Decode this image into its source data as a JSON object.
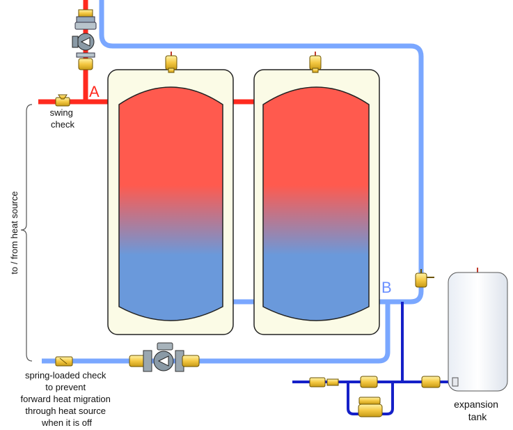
{
  "labels": {
    "point_a": "A",
    "point_b": "B",
    "swing_check": [
      "swing",
      "check"
    ],
    "heat_source": "to / from heat source",
    "spring_check": [
      "spring-loaded check",
      "to prevent",
      "forward heat migration",
      "through heat source",
      "when it is off"
    ],
    "expansion_tank": [
      "expansion",
      "tank"
    ]
  },
  "colors": {
    "hot_pipe": "#ff2a1f",
    "cool_pipe": "#7aa7ff",
    "cold_pipe": "#1520c8",
    "tank_hot": "#ff5a4e",
    "tank_cold": "#6a99db",
    "tank_jacket": "#fbfbe6",
    "valve_brass": "#f4c842",
    "label_a": "#ff2a1f",
    "label_b": "#6a8fff"
  }
}
